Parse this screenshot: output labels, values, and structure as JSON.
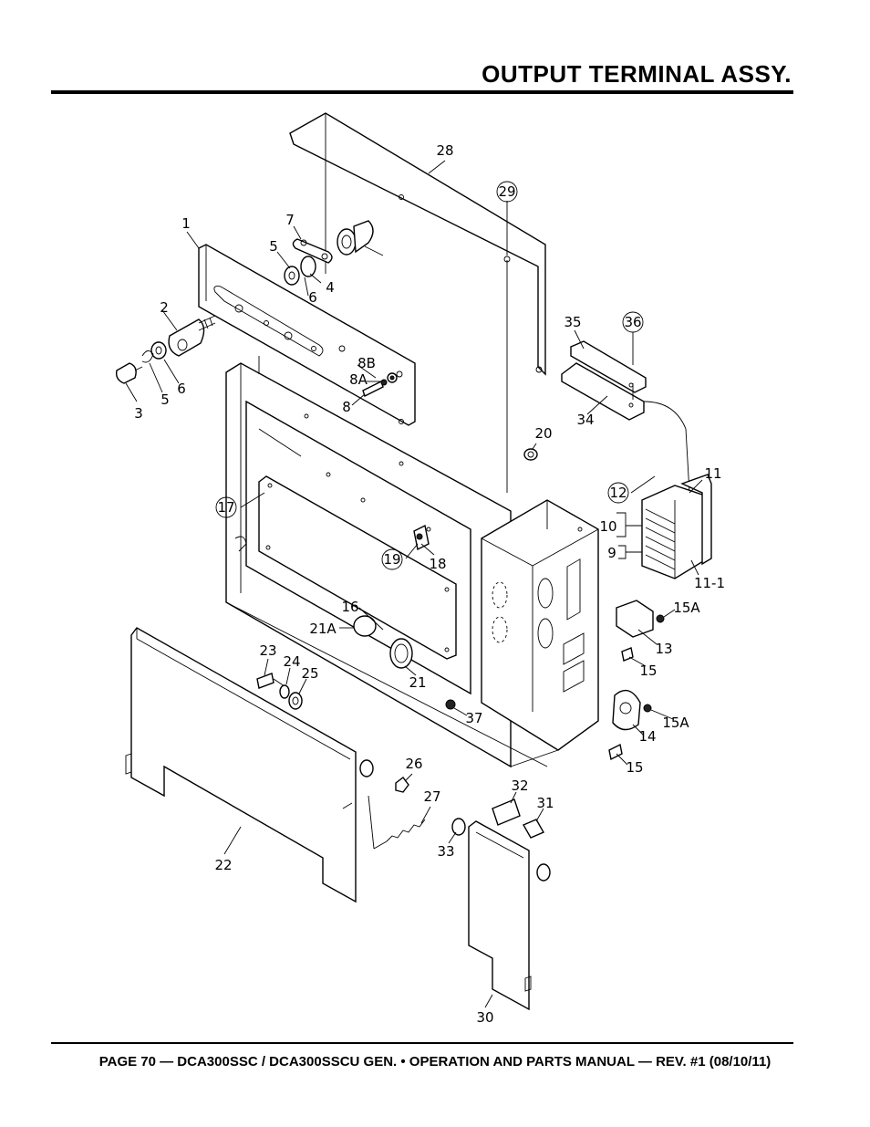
{
  "header": {
    "title": "OUTPUT TERMINAL ASSY."
  },
  "footer": {
    "text": "PAGE 70 — DCA300SSC / DCA300SSCU GEN. • OPERATION AND PARTS MANUAL — REV. #1 (08/10/11)"
  },
  "callouts": {
    "c1": "1",
    "c2": "2",
    "c3": "3",
    "c4": "4",
    "c5a": "5",
    "c5b": "5",
    "c6a": "6",
    "c6b": "6",
    "c7": "7",
    "c8": "8",
    "c8a": "8A",
    "c8b": "8B",
    "c9": "9",
    "c10": "10",
    "c11": "11",
    "c11_1": "11-1",
    "c12": "12",
    "c13": "13",
    "c14": "14",
    "c15a": "15",
    "c15b": "15",
    "c15A_a": "15A",
    "c15A_b": "15A",
    "c16": "16",
    "c17": "17",
    "c18": "18",
    "c19": "19",
    "c20": "20",
    "c21": "21",
    "c21a": "21A",
    "c22": "22",
    "c23": "23",
    "c24": "24",
    "c25": "25",
    "c26": "26",
    "c27": "27",
    "c28": "28",
    "c29": "29",
    "c30": "30",
    "c31": "31",
    "c32": "32",
    "c33": "33",
    "c34": "34",
    "c35": "35",
    "c36": "36",
    "c37": "37"
  }
}
